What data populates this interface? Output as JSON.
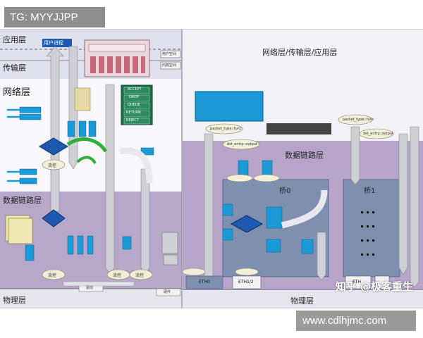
{
  "watermark_tag": "TG: MYYJJPP",
  "site_url": "www.cdlhjmc.com",
  "zhihu_watermark": "知乎 @极客重生",
  "left_panel": {
    "layer_app": "应用层",
    "layer_transport": "传输层",
    "layer_network": "网络层",
    "layer_datalink": "数据链路层",
    "layer_physical": "物理层",
    "user_process": "用户进程",
    "user_space": "用户空间",
    "kernel_space": "内核空间",
    "flow_control_1": "流控",
    "flow_control_2": "流控",
    "flow_control_3": "流控",
    "flow_control_4": "流控",
    "targets": [
      "ACCEPT",
      "DROP",
      "QUEUE",
      "RETURN",
      "REJECT"
    ],
    "driver_box": "驱动",
    "hardware_box": "硬件"
  },
  "right_panel": {
    "title": "网络层/传输层/应用层",
    "datalink": "数据链路层",
    "physical": "物理层",
    "bridge0": "桥0",
    "bridge1": "桥1",
    "packet_type_1": "packet_type::func",
    "packet_type_2": "packet_type::func",
    "dst_entry_1": "dst_entry::output",
    "dst_entry_2": "dst_entry::output",
    "eth0": "ETH0",
    "eth1_2": "ETH1/2",
    "eth_right": "ETH"
  },
  "colors": {
    "panel_bg": "#e9eaf4",
    "network_bg": "#f4f4fb",
    "datalink_bg": "#b6a5c8",
    "app_band": "#d9dbe9",
    "cyan": "#1b9ad6",
    "teal": "#2b8fb3",
    "gray_arrow": "#c9c9cf",
    "green": "#2fae3a",
    "dark_blue": "#1e5bb0"
  }
}
